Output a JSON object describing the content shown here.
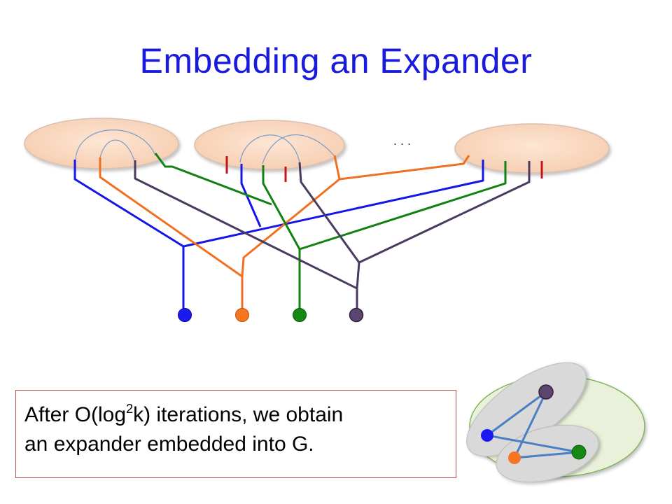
{
  "title": "Embedding an Expander",
  "ellipsis": ". . .",
  "caption": {
    "pre": "After O(log",
    "sup": "2",
    "post": "k) iterations, we obtain",
    "line2": "an expander embedded into G."
  },
  "colors": {
    "blue": "#1515e8",
    "orange": "#f07020",
    "green": "#128012",
    "purple": "#4a3a60",
    "red": "#c01818",
    "cluster_fill": "#fadac4",
    "cluster_stroke": "#c9b3a8",
    "graph_fill": "#e8f0d8",
    "graph_stroke": "#7fb455",
    "bubble_fill": "#d9d9d9",
    "edge": "#4a7fc4"
  }
}
